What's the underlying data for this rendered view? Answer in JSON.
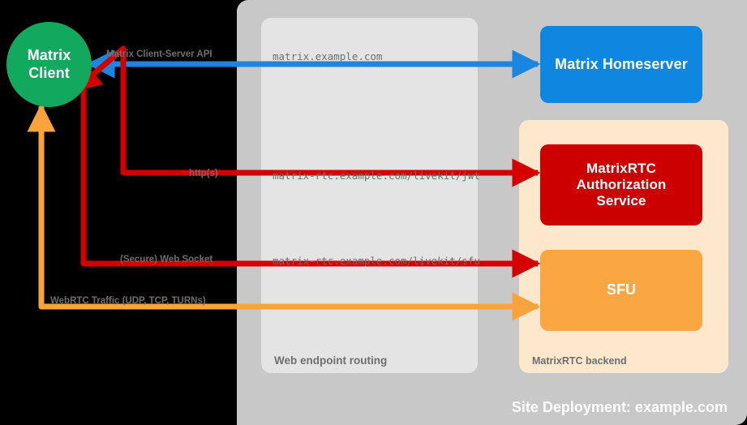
{
  "diagram": {
    "title": "Site Deployment: example.com",
    "colors": {
      "background": "#000000",
      "site_container": "#c8c8c8",
      "routing_group": "#e4e4e4",
      "backend_group": "#fde8cd",
      "matrix_client": "#12a85e",
      "matrix_homeserver": "#0f87e0",
      "authorization_service": "#cc0000",
      "sfu": "#f9a643",
      "edge_blue": "#1a86e0",
      "edge_red": "#d40000",
      "edge_orange": "#f9a33c",
      "label_gray": "#6e6e6e"
    }
  },
  "groups": {
    "site_deployment": {
      "label": "Site Deployment: example.com"
    },
    "web_endpoint_routing": {
      "label": "Web endpoint routing"
    },
    "matrixrtc_backend": {
      "label": "MatrixRTC backend"
    }
  },
  "nodes": {
    "matrix_client": {
      "label": "Matrix\nClient",
      "line1": "Matrix",
      "line2": "Client",
      "shape": "circle"
    },
    "matrix_homeserver": {
      "label": "Matrix Homeserver",
      "shape": "rounded-rect"
    },
    "authorization_service": {
      "label": "MatrixRTC Authorization Service",
      "line1": "MatrixRTC",
      "line2": "Authorization",
      "line3": "Service",
      "shape": "rounded-rect"
    },
    "sfu": {
      "label": "SFU",
      "shape": "rounded-rect"
    }
  },
  "endpoints": [
    {
      "id": "matrix",
      "text": "matrix.example.com"
    },
    {
      "id": "jwt",
      "text": "matrix-rtc.example.com/livekit/jwt"
    },
    {
      "id": "sfu",
      "text": "matrix-rtc.example.com/livekit/sfu"
    }
  ],
  "edges": [
    {
      "id": "client-server-api",
      "label": "Matrix Client-Server API",
      "color": "#1a86e0",
      "from": "matrix_client",
      "to": "matrix_homeserver",
      "direction": "bidirectional",
      "endpoint": "matrix.example.com"
    },
    {
      "id": "https",
      "label": "http(s)",
      "color": "#d40000",
      "from": "matrix_client",
      "to": "authorization_service",
      "direction": "bidirectional",
      "endpoint": "matrix-rtc.example.com/livekit/jwt"
    },
    {
      "id": "websocket",
      "label": "(Secure) Web Socket",
      "color": "#d40000",
      "from": "matrix_client",
      "to": "sfu",
      "direction": "bidirectional",
      "endpoint": "matrix-rtc.example.com/livekit/sfu"
    },
    {
      "id": "webrtc",
      "label": "WebRTC Traffic (UDP, TCP, TURNs)",
      "color": "#f9a33c",
      "from": "matrix_client",
      "to": "sfu",
      "direction": "bidirectional",
      "endpoint": ""
    }
  ]
}
